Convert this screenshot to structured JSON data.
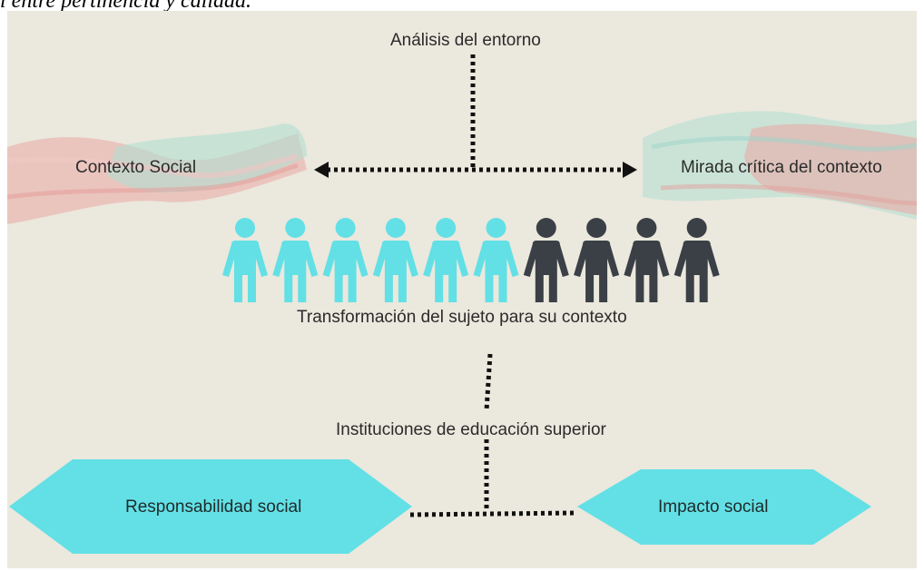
{
  "caption": "l entre pertinencia y calidad.",
  "colors": {
    "background": "#ebe8dd",
    "cyan": "#62e0e6",
    "dark": "#3b4047",
    "stroke_red": "#ea9c9a",
    "stroke_teal": "#a6dccf",
    "dotted_line": "#111111"
  },
  "diagram": {
    "top": "Análisis del entorno",
    "left": "Contexto Social",
    "right": "Mirada  crítica del contexto",
    "center": "Transformación del  sujeto  para su contexto",
    "middle": "Instituciones de educación superior",
    "left_box": "Responsabilidad social",
    "right_box": "Impacto social"
  },
  "people": {
    "count": 10,
    "highlighted_count": 6,
    "icon": "person-icon"
  }
}
